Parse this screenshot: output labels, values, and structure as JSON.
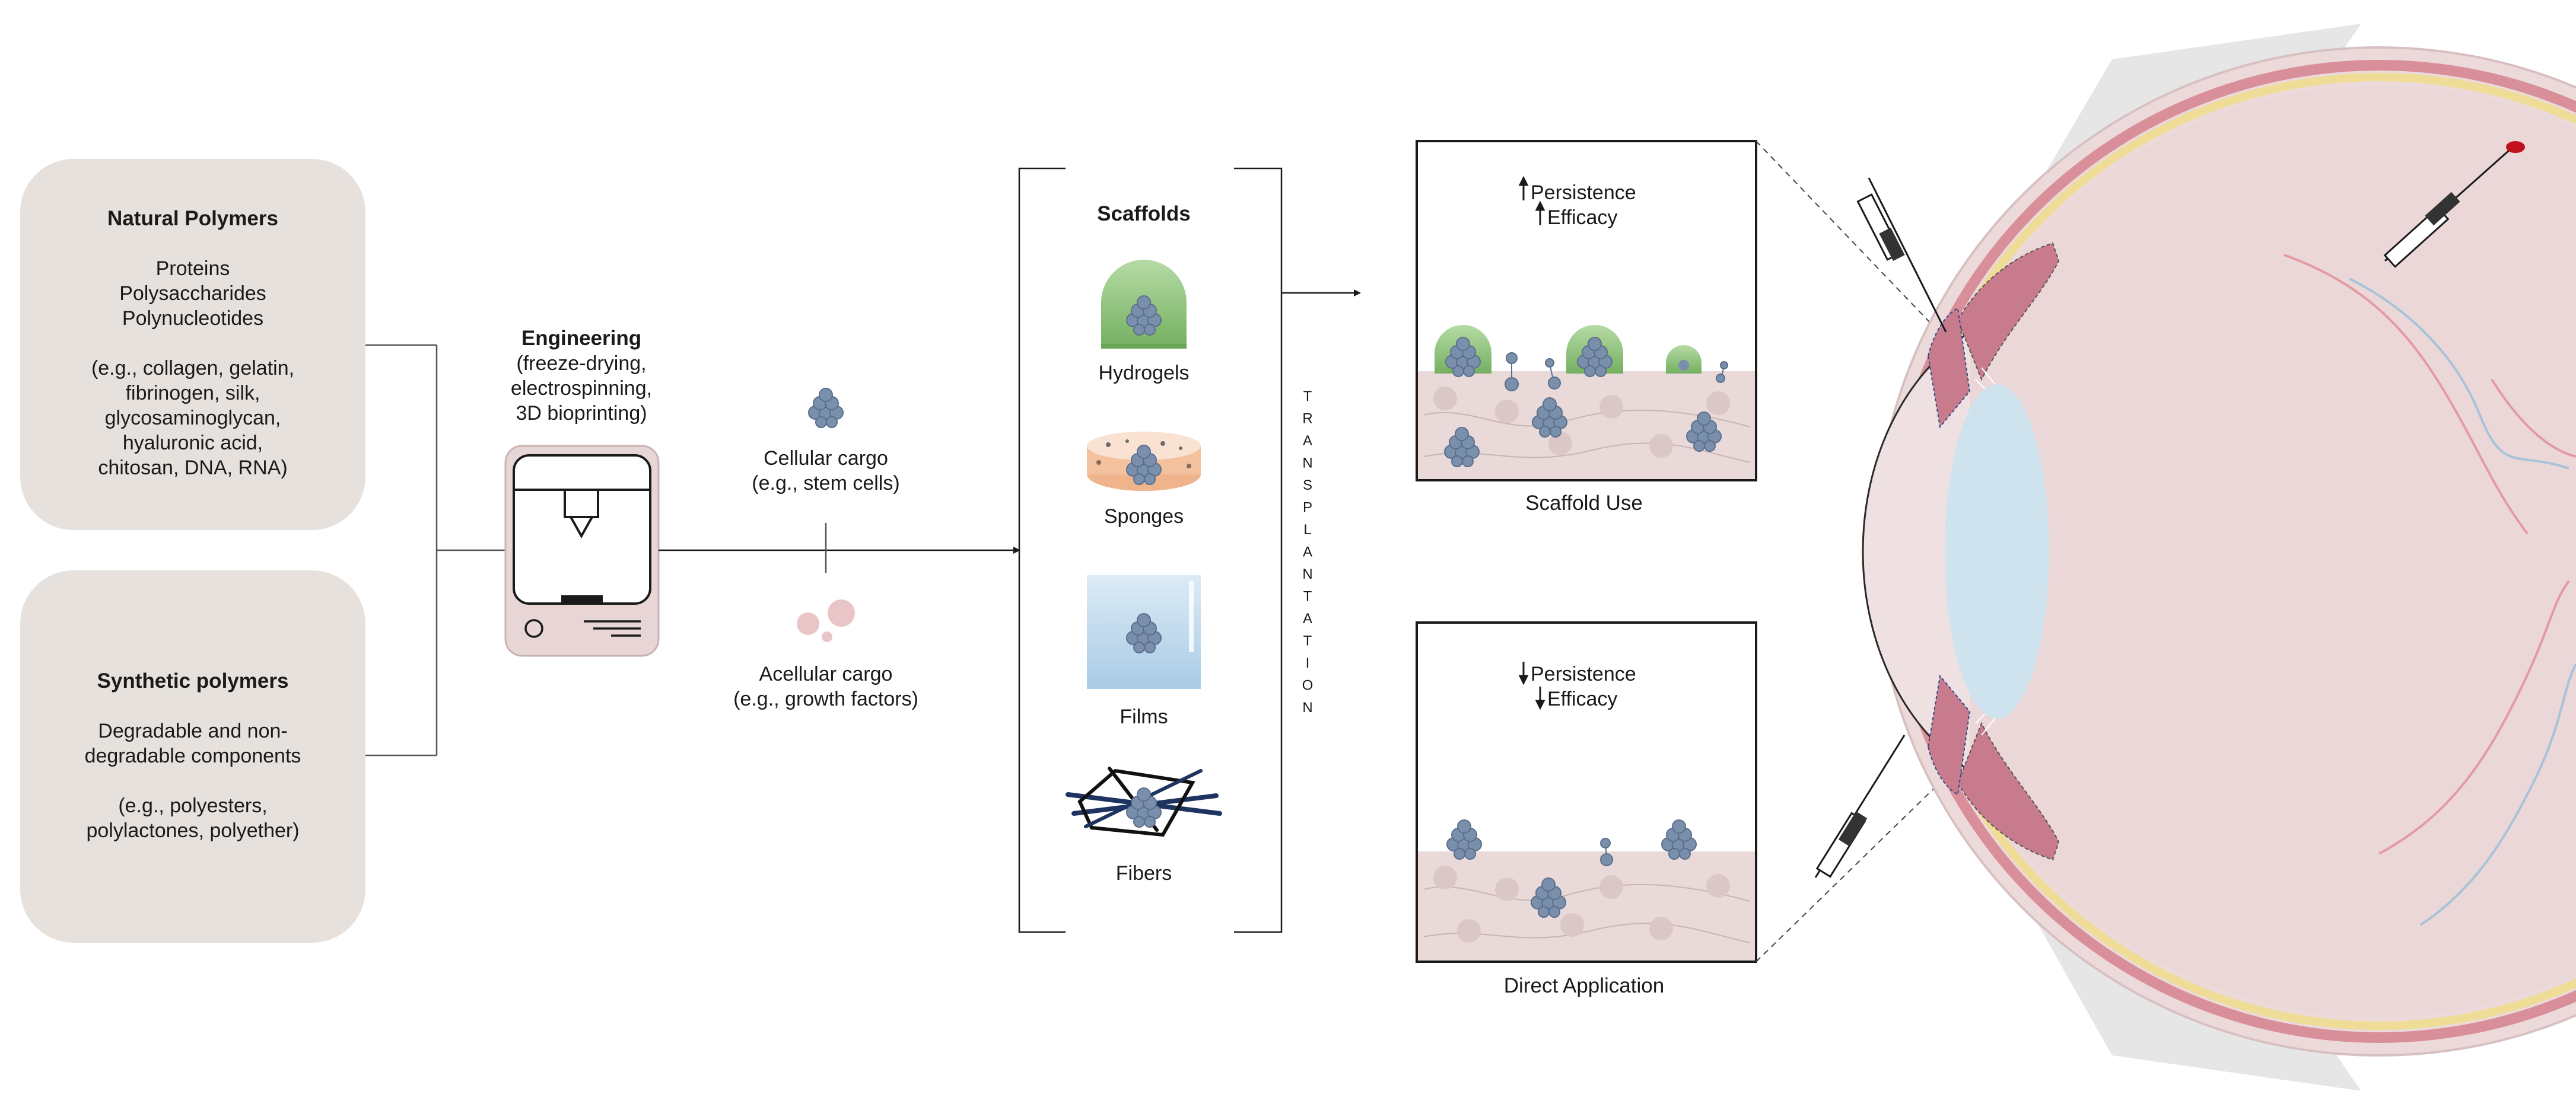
{
  "natural_polymers": {
    "title": "Natural Polymers",
    "lines": [
      "Proteins",
      "Polysaccharides",
      "Polynucleotides",
      "",
      "(e.g., collagen, gelatin,",
      "fibrinogen, silk,",
      "glycosaminoglycan,",
      "hyaluronic acid,",
      "chitosan, DNA, RNA)"
    ]
  },
  "synthetic_polymers": {
    "title": "Synthetic polymers",
    "lines": [
      "Degradable and non-",
      "degradable components",
      "",
      "(e.g., polyesters,",
      "polylactones, polyether)"
    ]
  },
  "engineering": {
    "title": "Engineering",
    "lines": [
      "(freeze-drying,",
      "electrospinning,",
      "3D bioprinting)"
    ]
  },
  "cargo": {
    "cellular": [
      "Cellular cargo",
      "(e.g., stem cells)"
    ],
    "acellular": [
      "Acellular cargo",
      "(e.g., growth factors)"
    ]
  },
  "scaffolds": {
    "title": "Scaffolds",
    "items": [
      "Hydrogels",
      "Sponges",
      "Films",
      "Fibers"
    ]
  },
  "transplantation_letters": [
    "T",
    "R",
    "A",
    "N",
    "S",
    "P",
    "L",
    "A",
    "N",
    "T",
    "A",
    "T",
    "I",
    "O",
    "N"
  ],
  "scaffold_use": {
    "caption": "Scaffold Use",
    "metrics": [
      "Persistence",
      "Efficacy"
    ]
  },
  "direct_application": {
    "caption": "Direct Application",
    "metrics": [
      "Persistence",
      "Efficacy"
    ]
  },
  "colors": {
    "panel": "#e6e1dc",
    "printer": "#e8d6d6",
    "hydrogel": "#8cc27a",
    "sponge": "#f3c19e",
    "film": "#b8d4ea",
    "fiber": "#1d3461",
    "cell": "#7a8fab",
    "tissue": "#e9d9d9",
    "eye": "#ecdadb",
    "retina": "#d98f99",
    "choroid": "#eedc97",
    "lens": "#cfe3ee"
  }
}
